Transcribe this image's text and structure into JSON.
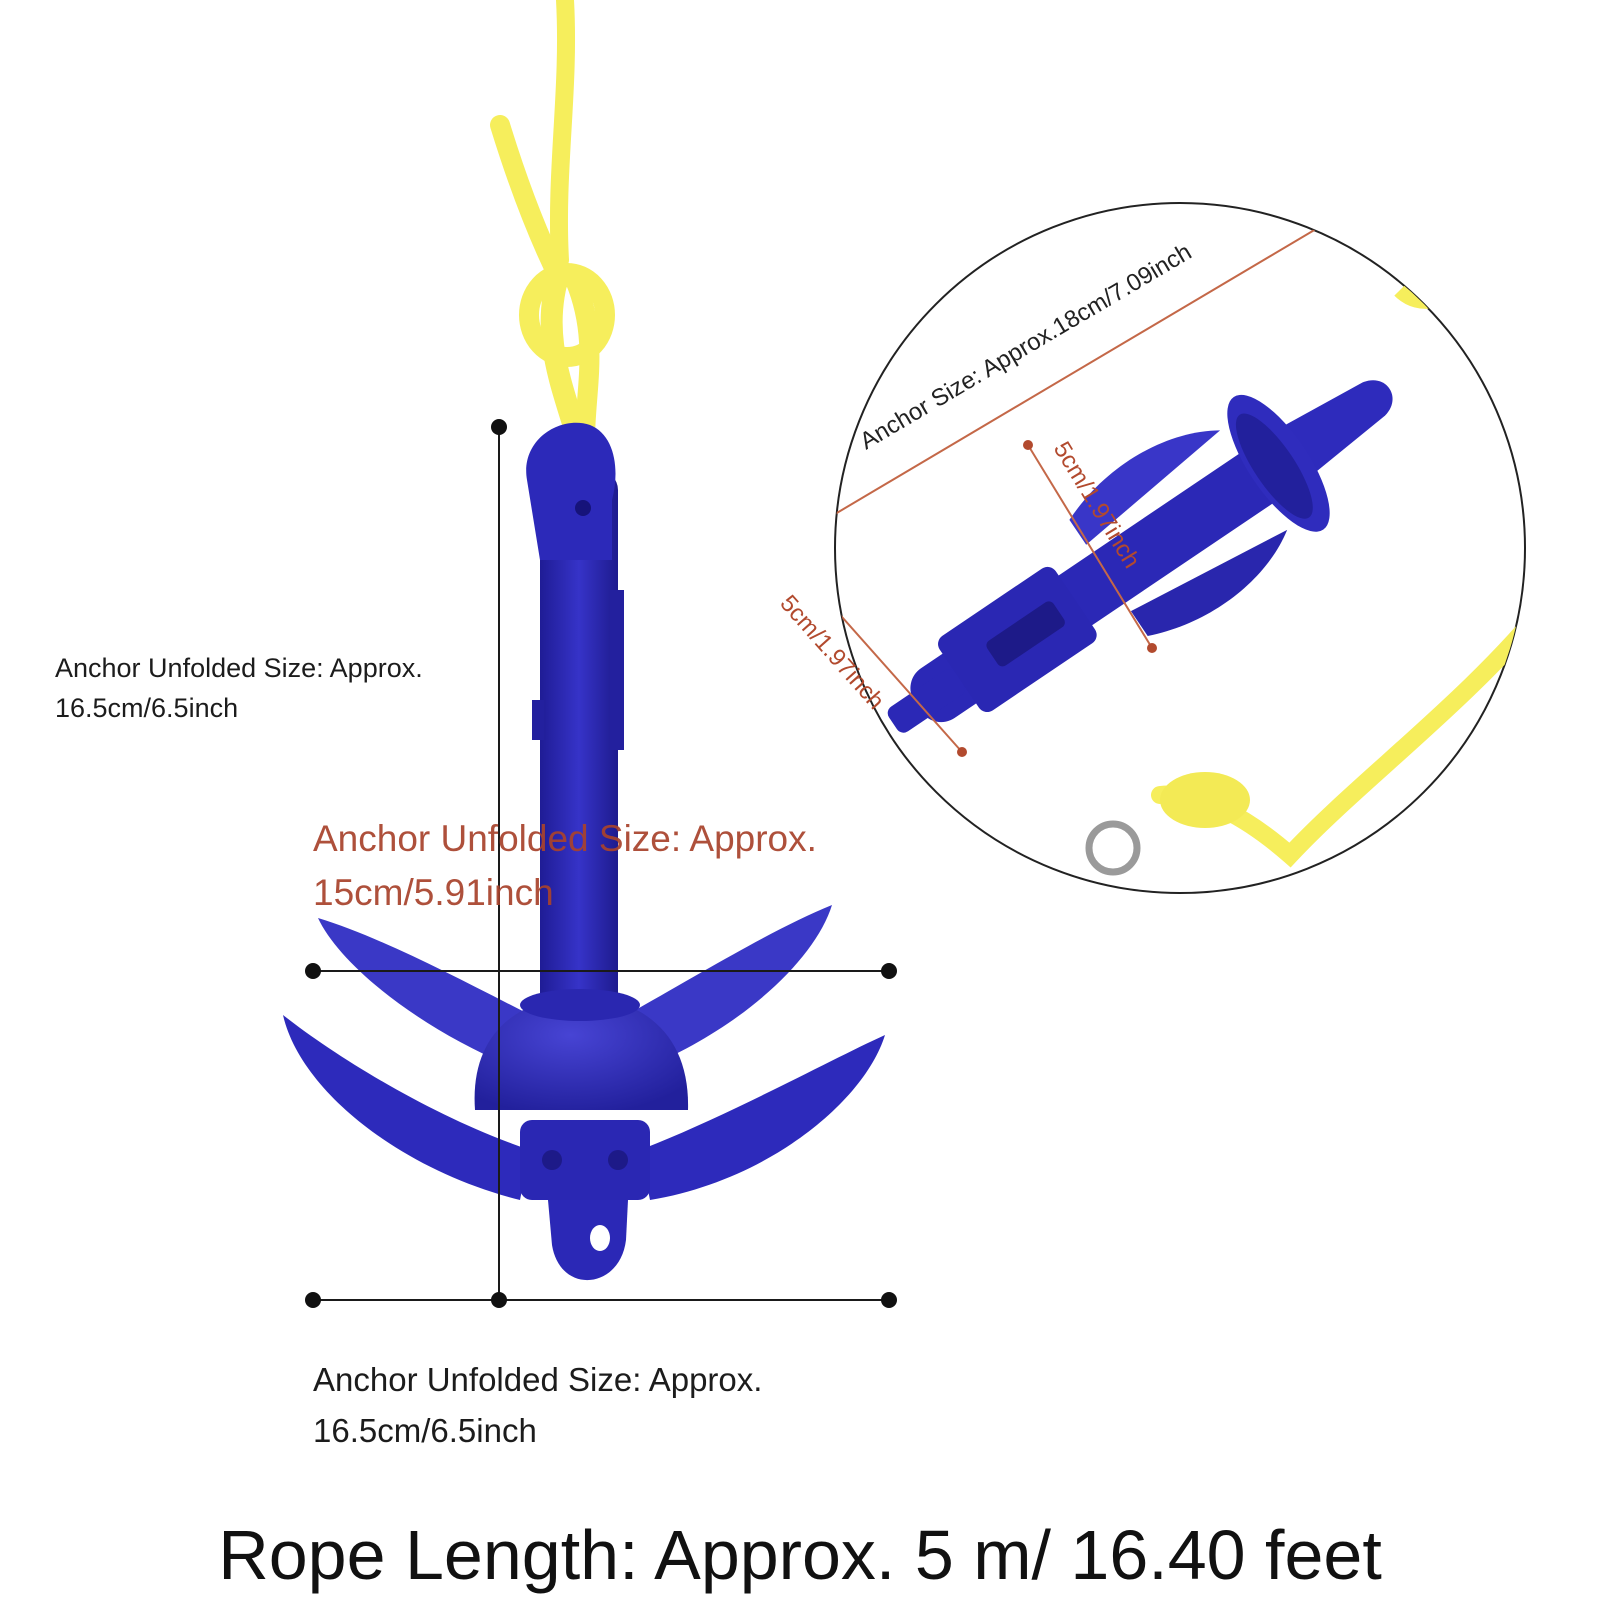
{
  "colors": {
    "anchor_blue": "#2b28b6",
    "rope_yellow": "#f6ee5c",
    "dimension_line": "#1a1a1a",
    "inset_dimension_line": "#c46848",
    "overlay_text": "#a8432d"
  },
  "labels": {
    "height_dimension": {
      "line1": "Anchor Unfolded Size: Approx.",
      "line2": "16.5cm/6.5inch"
    },
    "width_dimension": {
      "line1": "Anchor Unfolded Size: Approx.",
      "line2": "16.5cm/6.5inch"
    },
    "overlay_dimension": {
      "line1": "Anchor Unfolded Size: Approx.",
      "line2": "15cm/5.91inch"
    }
  },
  "inset": {
    "overall_size": "Anchor Size: Approx.18cm/7.09inch",
    "fluke_length": "5cm/1.97inch",
    "shaft_width": "5cm/1.97inch"
  },
  "footer": {
    "rope_length": "Rope Length: Approx. 5 m/ 16.40 feet"
  }
}
